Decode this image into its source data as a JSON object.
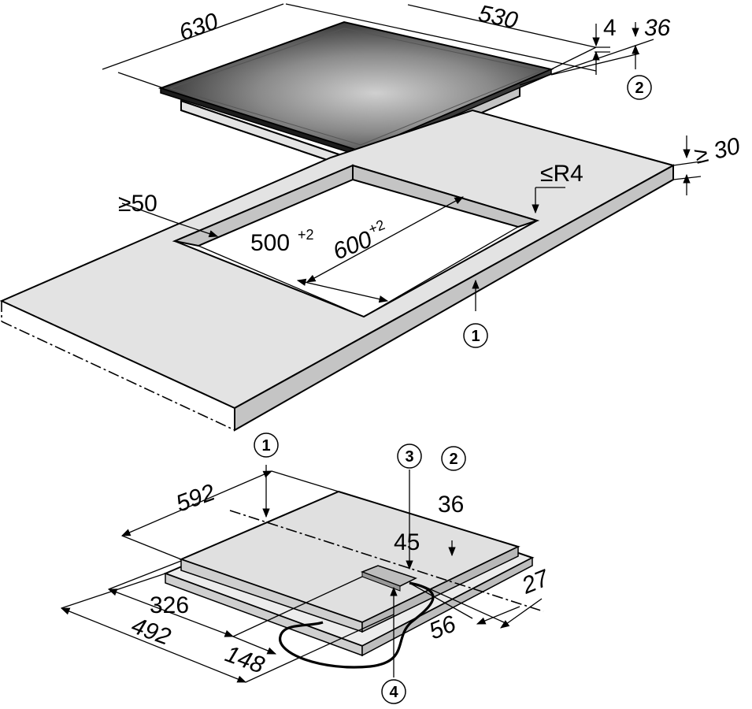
{
  "hob": {
    "width": "630",
    "depth": "530",
    "glass_thickness": "4",
    "total_height": "36",
    "total_height_marker": "2"
  },
  "worktop": {
    "min_thickness": "≥ 30",
    "min_front_distance": "≥50",
    "corner_radius": "≤R4",
    "cutout_depth": "500",
    "cutout_depth_tolerance": "+2",
    "cutout_width": "600",
    "cutout_width_tolerance": "+2",
    "marker": "1"
  },
  "underside": {
    "width": "592",
    "marker_1": "1",
    "marker_2": "2",
    "marker_3": "3",
    "marker_4": "4",
    "height_36": "36",
    "height_45": "45",
    "dim_27": "27",
    "dim_56": "56",
    "dim_326": "326",
    "dim_492": "492",
    "dim_148": "148"
  },
  "colors": {
    "surface": "#e3e3e3",
    "edge": "#c4c4c4",
    "glass_dark": "#2a2a2a",
    "glass_light": "#bdbdbd"
  }
}
